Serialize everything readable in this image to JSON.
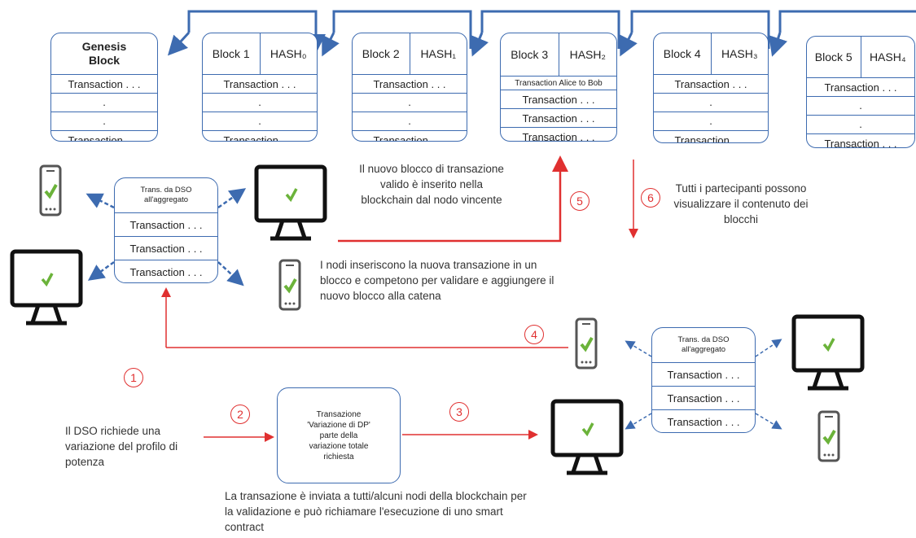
{
  "blocks": [
    {
      "name": "Genesis Block",
      "hash": "",
      "rows": [
        "Transaction . . .",
        ".",
        ".",
        "Transaction . . ."
      ]
    },
    {
      "name": "Block 1",
      "hash": "HASH₀",
      "rows": [
        "Transaction . . .",
        ".",
        ".",
        "Transaction . . ."
      ]
    },
    {
      "name": "Block 2",
      "hash": "HASH₁",
      "rows": [
        "Transaction . . .",
        ".",
        ".",
        "Transaction . . ."
      ]
    },
    {
      "name": "Block 3",
      "hash": "HASH₂",
      "rows": [
        "Transaction Alice to Bob",
        "Transaction . . .",
        "Transaction . . .",
        "Transaction . . ."
      ]
    },
    {
      "name": "Block 4",
      "hash": "HASH₃",
      "rows": [
        "Transaction . . .",
        ".",
        ".",
        "Transaction . . ."
      ]
    },
    {
      "name": "Block 5",
      "hash": "HASH₄",
      "rows": [
        "Transaction . . .",
        ".",
        ".",
        "Transaction . . ."
      ]
    }
  ],
  "pool_left": {
    "title": "Trans. da DSO all'aggregato",
    "rows": [
      "Transaction . . .",
      "Transaction . . .",
      "Transaction . . ."
    ]
  },
  "pool_right": {
    "title": "Trans. da DSO all'aggregato",
    "rows": [
      "Transaction . . .",
      "Transaction . . .",
      "Transaction . . ."
    ]
  },
  "transaction_box": "Transazione 'Variazione di DP' parte della variazione totale richiesta",
  "steps": [
    "1",
    "2",
    "3",
    "4",
    "5",
    "6"
  ],
  "texts": {
    "new_block": "Il nuovo blocco di transazione valido è inserito nella blockchain dal nodo vincente",
    "participants": "Tutti i partecipanti possono visualizzare il contenuto dei blocchi",
    "nodes": "I nodi inseriscono la nuova transazione in un blocco e competono per validare e aggiungere il nuovo blocco alla catena",
    "dso_request": "Il DSO richiede una variazione del profilo di potenza",
    "sent": "La transazione è inviata a tutti/alcuni nodi della blockchain per la validazione e può richiamare l'esecuzione di uno smart contract"
  },
  "colors": {
    "block_border": "#3d6bb0",
    "arrow_red": "#e03030",
    "check_green": "#6bb33a"
  }
}
